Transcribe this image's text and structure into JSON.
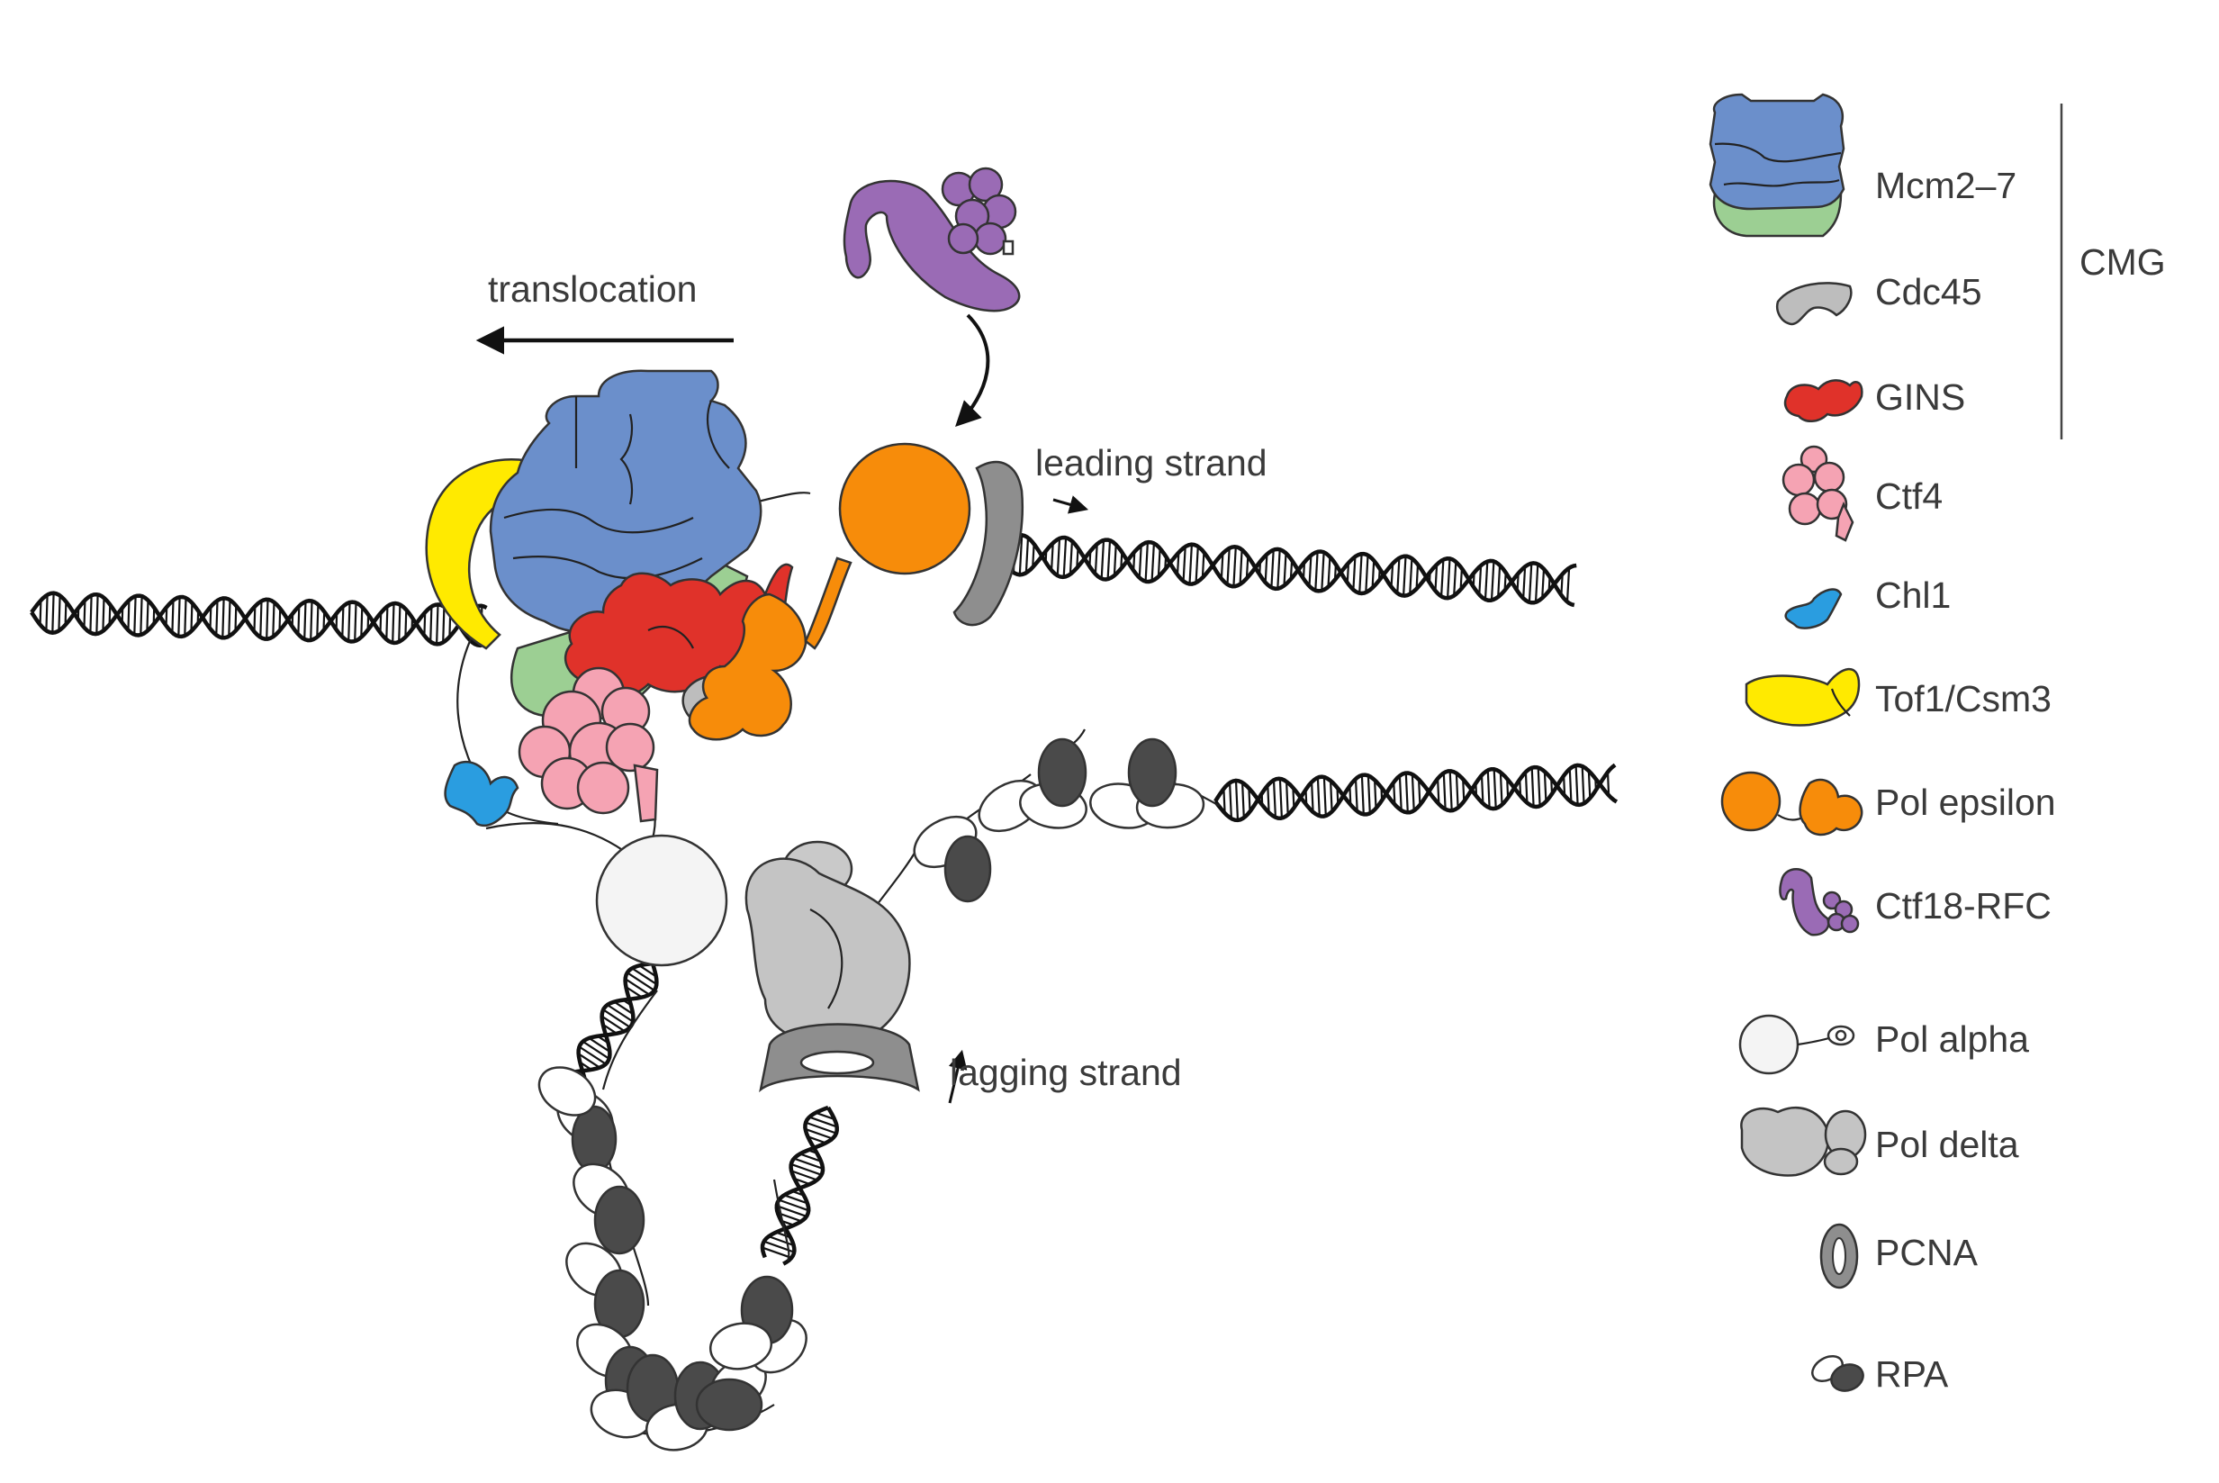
{
  "labels": {
    "translocation": "translocation",
    "leading_strand": "leading strand",
    "lagging_strand": "lagging strand"
  },
  "legend": {
    "group_label": "CMG",
    "items": [
      {
        "label": "Mcm2–7",
        "icon": "mcm-icon",
        "color": "#6b8fcb"
      },
      {
        "label": "Cdc45",
        "icon": "cdc45-icon",
        "color": "#bdbdbd"
      },
      {
        "label": "GINS",
        "icon": "gins-icon",
        "color": "#e0322a"
      },
      {
        "label": "Ctf4",
        "icon": "ctf4-icon",
        "color": "#f5a3b3"
      },
      {
        "label": "Chl1",
        "icon": "chl1-icon",
        "color": "#2a9de0"
      },
      {
        "label": "Tof1/Csm3",
        "icon": "tof1-csm3-icon",
        "color": "#ffea00"
      },
      {
        "label": "Pol epsilon",
        "icon": "pol-epsilon-icon",
        "color": "#f78c0a"
      },
      {
        "label": "Ctf18-RFC",
        "icon": "ctf18-rfc-icon",
        "color": "#9a6bb5"
      },
      {
        "label": "Pol alpha",
        "icon": "pol-alpha-icon",
        "color": "#f2f2f2"
      },
      {
        "label": "Pol delta",
        "icon": "pol-delta-icon",
        "color": "#c4c4c4"
      },
      {
        "label": "PCNA",
        "icon": "pcna-icon",
        "color": "#8e8e8e"
      },
      {
        "label": "RPA",
        "icon": "rpa-icon",
        "color": "#4a4a4a"
      }
    ]
  }
}
